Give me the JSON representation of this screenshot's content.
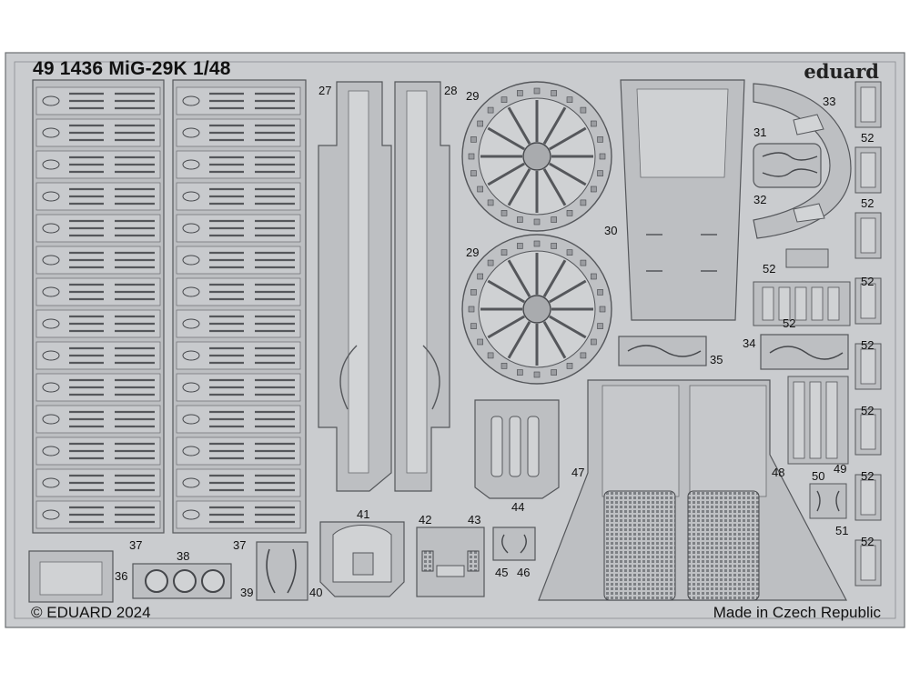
{
  "header": {
    "title": "49 1436 MiG-29K   1/48",
    "brand": "eduard"
  },
  "footer": {
    "copyright": "© EDUARD 2024",
    "origin": "Made in Czech Republic"
  },
  "part_labels": {
    "p27": "27",
    "p28": "28",
    "p29a": "29",
    "p29b": "29",
    "p30": "30",
    "p31": "31",
    "p32": "32",
    "p33": "33",
    "p34": "34",
    "p35": "35",
    "p36": "36",
    "p37a": "37",
    "p37b": "37",
    "p38": "38",
    "p39": "39",
    "p40": "40",
    "p41": "41",
    "p42": "42",
    "p43": "43",
    "p44": "44",
    "p45": "45",
    "p46": "46",
    "p47": "47",
    "p48": "48",
    "p49": "49",
    "p50": "50",
    "p51": "51",
    "p52a": "52",
    "p52b": "52",
    "p52c": "52",
    "p52d": "52",
    "p52e": "52",
    "p52f": "52",
    "p52g": "52",
    "p52h": "52",
    "p52i": "52"
  },
  "colors": {
    "fret": "#c9cbce",
    "part": "#bcbec1",
    "line": "#5a5c60",
    "dark": "#3d3f43"
  }
}
